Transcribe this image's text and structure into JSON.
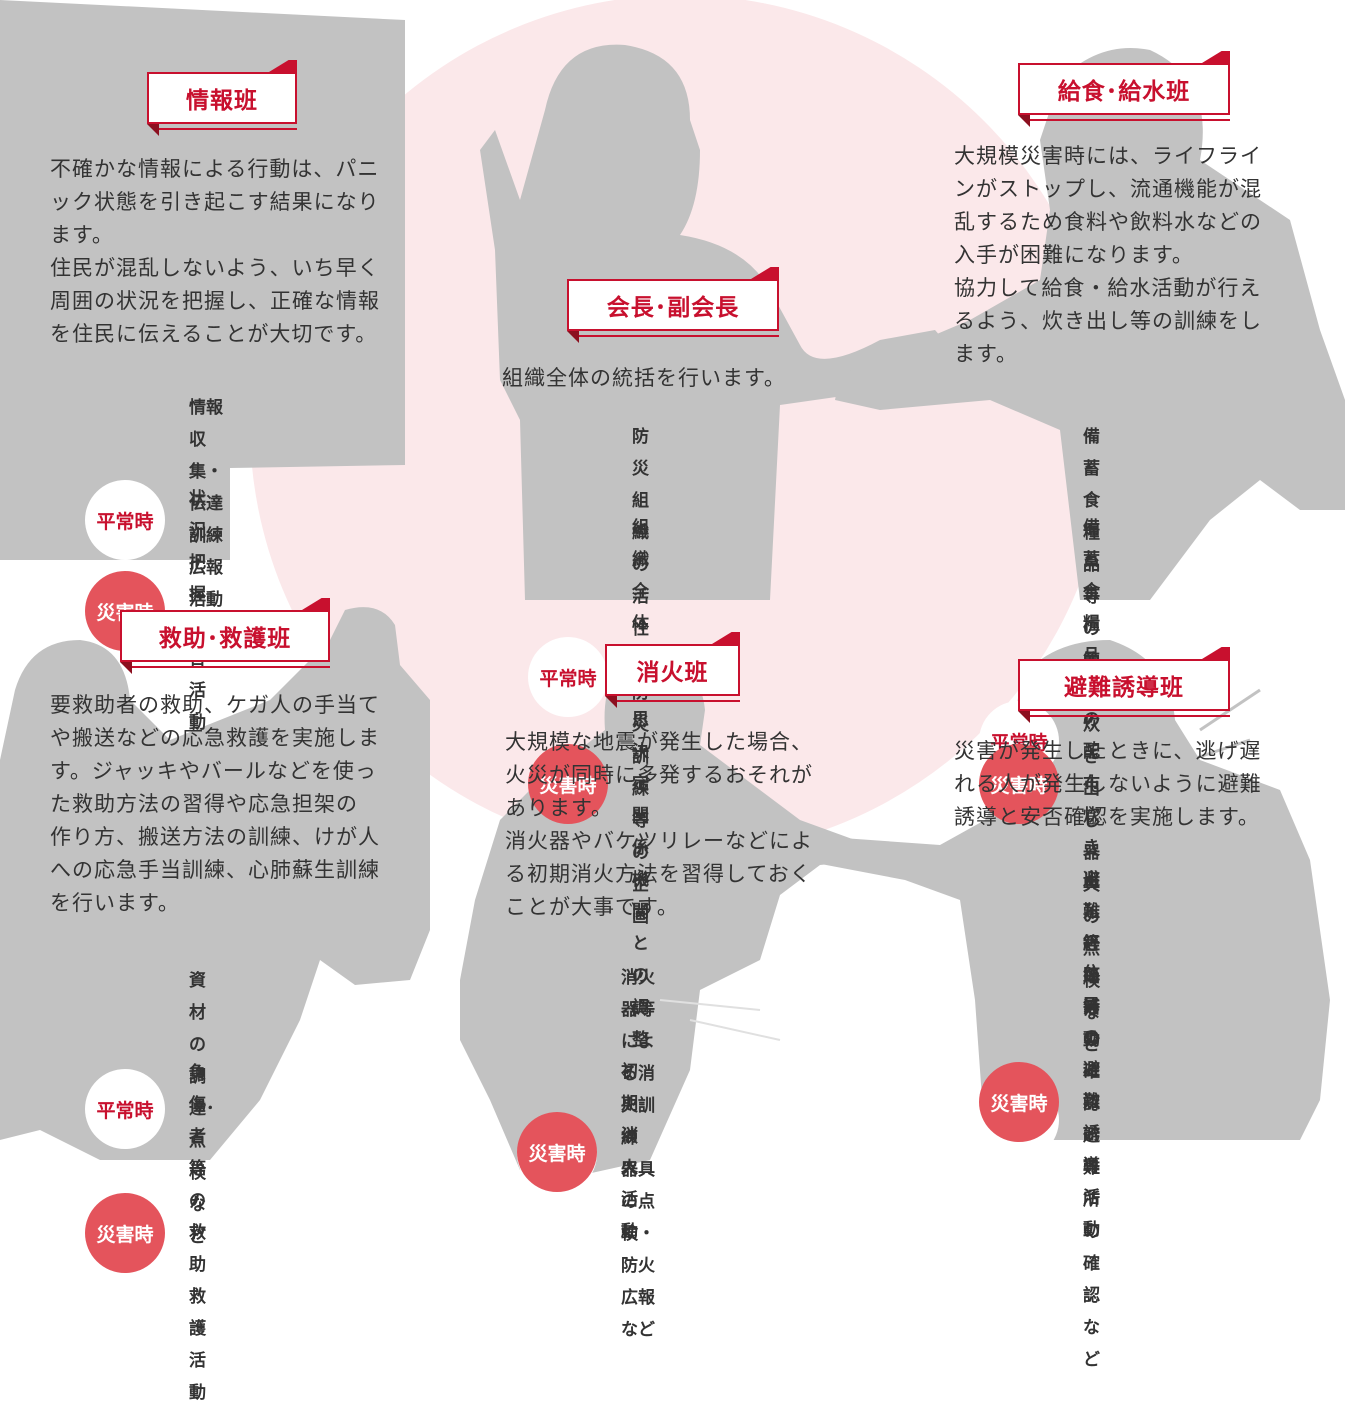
{
  "colors": {
    "accent": "#c8102e",
    "disaster": "#e4545c",
    "silhouette": "#c2c2c2",
    "background_circle": "#fbe8ea"
  },
  "teams": [
    {
      "id": "info",
      "title": "情報班",
      "description": "不確かな情報による行動は、パニ\nック状態を引き起こす結果になり\nます。\n住民が混乱しないよう、いち早く\n周囲の状況を把握し、正確な情報\nを住民に伝えることが大切です。",
      "normal_label": "平常時",
      "normal_text": "情報収集・伝達訓練\n広報活動など",
      "disaster_label": "災害時",
      "disaster_text": "状況把握\n報告活動"
    },
    {
      "id": "leader",
      "title": "会長･副会長",
      "description": "組織全体の統括を行います。",
      "normal_label": "平常時",
      "normal_text": "防災組織の活性化\n防災訓練等の企画",
      "disaster_label": "災害時",
      "disaster_text": "組織全体の意思決定\n関係機関との調整"
    },
    {
      "id": "food",
      "title": "給食･給水班",
      "description": "大規模災害時には、ライフライ\nンがストップし、流通機能が混\n乱するため食料や飲料水などの\n入手が困難になります。\n協力して給食・給水活動が行え\nるよう、炊き出し等の訓練をし\nます。",
      "normal_label": "平常時",
      "normal_text": "備蓄食糧品等の管理\n炊き出し器具の点検など",
      "disaster_label": "災害時",
      "disaster_text": "備蓄食糧品等の配布\n炊き出し等の活動"
    },
    {
      "id": "rescue",
      "title": "救助･救護班",
      "description": "要救助者の救助、ケガ人の手当て\nや搬送などの応急救護を実施しま\nす。ジャッキやバールなどを使っ\nた救助方法の習得や応急担架の\n作り方、搬送方法の訓練、けが人\nへの応急手当訓練、心肺蘇生訓練\nを行います。",
      "normal_label": "平常時",
      "normal_text": "資材の調達･点検など",
      "disaster_label": "災害時",
      "disaster_text": "負傷者等の救助\n救護活動"
    },
    {
      "id": "fire",
      "title": "消火班",
      "description": "大規模な地震が発生した場合、\n火災が同時に多発するおそれが\nあります。\n消火器やバケツリレーなどによ\nる初期消火方法を習得しておく\nことが大事です。",
      "normal_label": "平常時",
      "normal_text": "消火器等による消火訓練\n器具の点検・防火広報など",
      "disaster_label": "災害時",
      "disaster_text": "初期消火活動"
    },
    {
      "id": "evac",
      "title": "避難誘導班",
      "description": "災害が発生したときに、逃げ遅\nれる人が発生しないように避難\n誘導と安否確認を実施します。",
      "normal_label": "平常時",
      "normal_text": "避難経路等の確認\n避難所の確認など",
      "disaster_label": "災害時",
      "disaster_text": "住民の避難誘導活動"
    }
  ]
}
